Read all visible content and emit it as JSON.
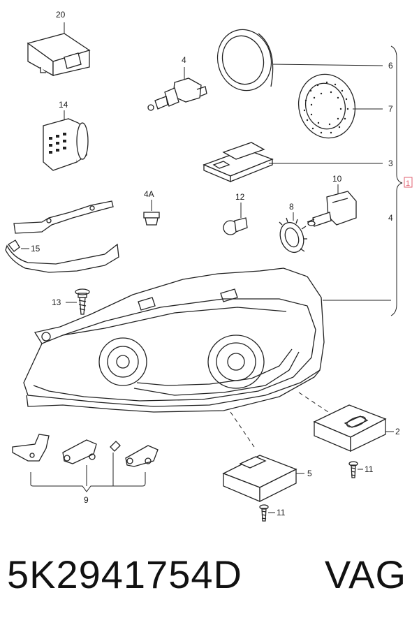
{
  "callouts": {
    "c20": "20",
    "c4a": "4",
    "c6": "6",
    "c7": "7",
    "c14": "14",
    "c3": "3",
    "c1": "1",
    "c10": "10",
    "c4A": "4A",
    "c12": "12",
    "c8": "8",
    "c4b": "4",
    "c15": "15",
    "c13": "13",
    "c2": "2",
    "c5": "5",
    "c11a": "11",
    "c11b": "11",
    "c9": "9"
  },
  "colors": {
    "line": "#222222",
    "highlight_box": "#e06070",
    "background": "#ffffff"
  },
  "footer": {
    "part_number": "5K2941754D",
    "brand": "VAG"
  }
}
